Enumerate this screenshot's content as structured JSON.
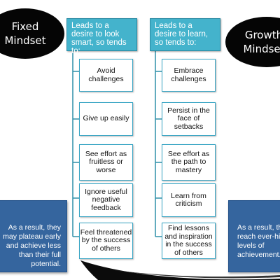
{
  "fixed_label": "Fixed\nMindset",
  "growth_label": "Growth\nMindset",
  "fixed_header": "Leads to a desire to look smart, so tends to:",
  "growth_header": "Leads to a desire to learn, so tends to:",
  "fixed_items": [
    "Avoid challenges",
    "Give up easily",
    "See effort as fruitless or worse",
    "Ignore useful negative feedback",
    "Feel threatened by the success of others"
  ],
  "growth_items": [
    "Embrace challenges",
    "Persist in the face of setbacks",
    "See effort as the path to mastery",
    "Learn from criticism",
    "Find lessons and inspiration in the success of others"
  ],
  "fixed_result": "As a result, they may plateau early and achieve less than their full potential.",
  "growth_result": "As a result, they reach ever-higher levels of achievement.",
  "colors": {
    "header": "#44b3cc",
    "box_border": "#37a5c4",
    "result": "#35659e",
    "oval": "#050505",
    "swoosh": "#0b0b0b"
  }
}
